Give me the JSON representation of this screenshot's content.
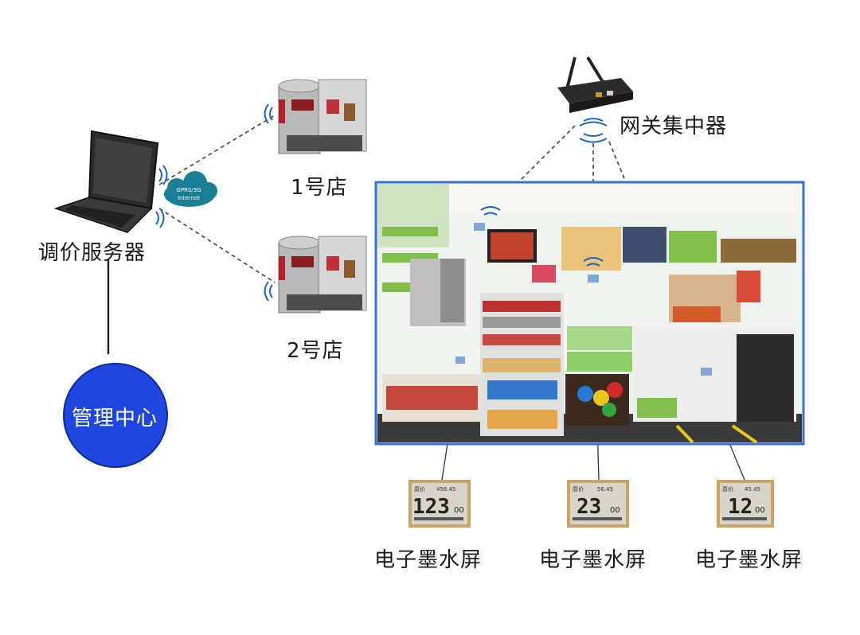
{
  "labels": {
    "server": "调价服务器",
    "store1": "1号店",
    "store2": "2号店",
    "gateway": "网关集中器",
    "center": "管理中心",
    "cloud_line1": "GPRS/3G",
    "cloud_line2": "Internet"
  },
  "esl_displays": [
    {
      "label": "电子墨水屏",
      "price_main": "123",
      "price_cents": "00",
      "price_label": "原价",
      "price_top": "456.45"
    },
    {
      "label": "电子墨水屏",
      "price_main": "23",
      "price_cents": "00",
      "price_label": "原价",
      "price_top": "56.45"
    },
    {
      "label": "电子墨水屏",
      "price_main": "12",
      "price_cents": "00",
      "price_label": "原价",
      "price_top": "45.45"
    }
  ],
  "colors": {
    "center_circle": "#1f47e0",
    "panel_border": "#3a6fd8",
    "dashed_line": "#444444",
    "signal": "#1e63c9",
    "cloud": "#1a7e95"
  }
}
